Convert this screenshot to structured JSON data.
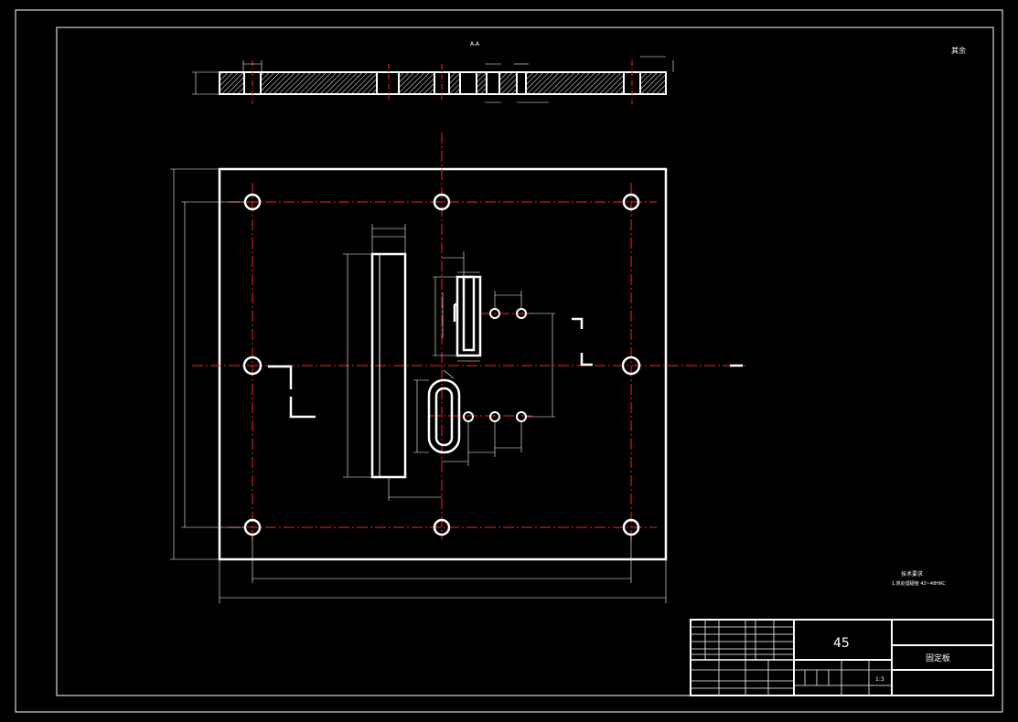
{
  "colors": {
    "background": "#000000",
    "line": "#ffffff",
    "centerline": "#ff2020"
  },
  "section_view": {
    "label": "A-A"
  },
  "corner_note": "其余",
  "tech_note": {
    "title": "技术要求",
    "line1": "1.热处理硬度 43~48HRC"
  },
  "title_block": {
    "material": "45",
    "part_name": "固定板",
    "scale": "1:3"
  }
}
